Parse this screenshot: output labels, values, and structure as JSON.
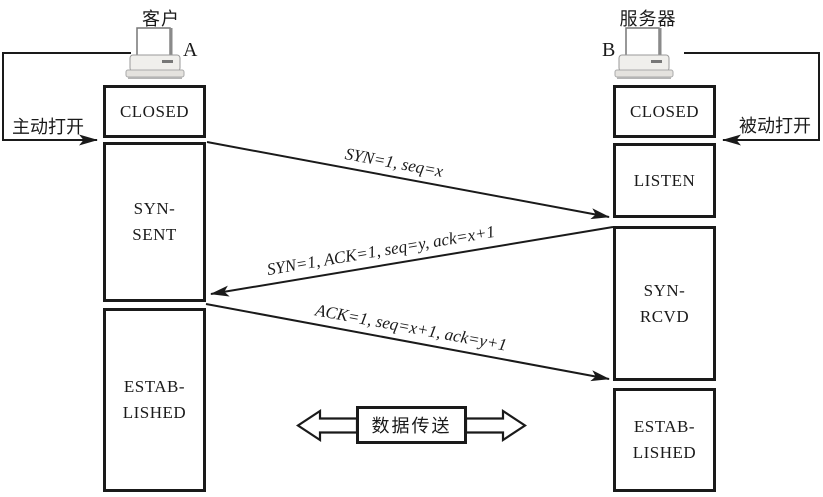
{
  "colors": {
    "ink": "#1a1a1a",
    "background": "#ffffff"
  },
  "client": {
    "title": "客户",
    "host_letter": "A",
    "open_label": "主动打开",
    "states": [
      {
        "l1": "CLOSED",
        "l2": ""
      },
      {
        "l1": "SYN-",
        "l2": "SENT"
      },
      {
        "l1": "ESTAB-",
        "l2": "LISHED"
      }
    ]
  },
  "server": {
    "title": "服务器",
    "host_letter": "B",
    "open_label": "被动打开",
    "states": [
      {
        "l1": "CLOSED",
        "l2": ""
      },
      {
        "l1": "LISTEN",
        "l2": ""
      },
      {
        "l1": "SYN-",
        "l2": "RCVD"
      },
      {
        "l1": "ESTAB-",
        "l2": "LISHED"
      }
    ]
  },
  "messages": [
    {
      "label": "SYN=1, seq=x",
      "direction": "client-to-server"
    },
    {
      "label": "SYN=1, ACK=1, seq=y, ack=x+1",
      "direction": "server-to-client"
    },
    {
      "label": "ACK=1, seq=x+1, ack=y+1",
      "direction": "client-to-server"
    }
  ],
  "data_transfer_label": "数据传送"
}
